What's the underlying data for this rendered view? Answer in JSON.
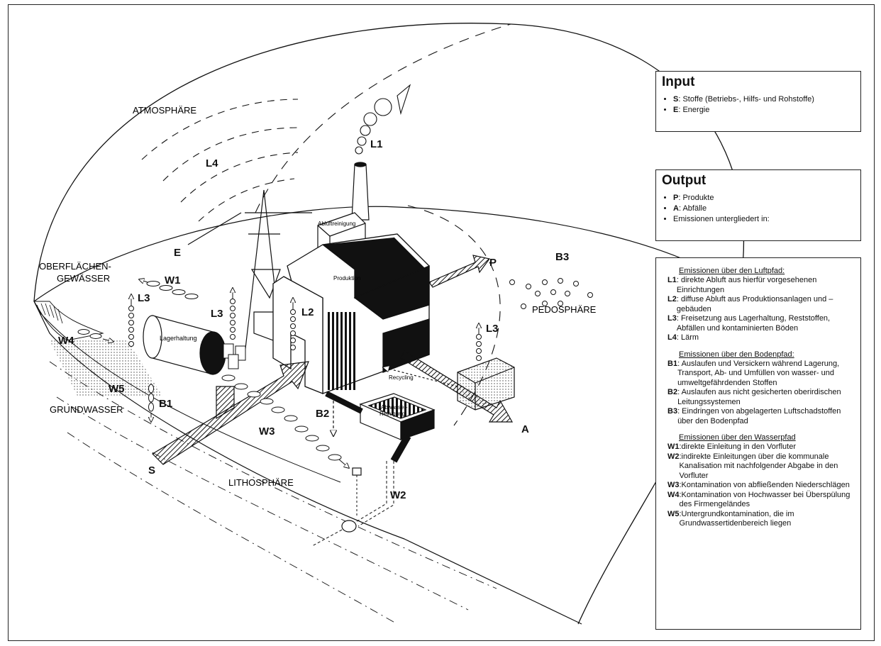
{
  "input_box": {
    "title": "Input",
    "items": [
      {
        "code": "S",
        "text": ": Stoffe (Betriebs-, Hilfs- und Rohstoffe)"
      },
      {
        "code": "E",
        "text": ": Energie"
      }
    ]
  },
  "output_box": {
    "title": "Output",
    "items": [
      {
        "code": "P",
        "text": ": Produkte"
      },
      {
        "code": "A",
        "text": ": Abfälle"
      },
      {
        "code": "",
        "text": "Emissionen untergliedert in:"
      }
    ]
  },
  "emissions": {
    "air": {
      "title": "Emissionen über den Luftpfad:",
      "items": [
        {
          "code": "L1",
          "text": ": direkte Abluft aus hierfür vorgesehenen Einrichtungen"
        },
        {
          "code": "L2",
          "text": ": diffuse Abluft aus Produktionsanlagen und –gebäuden"
        },
        {
          "code": "L3",
          "text": ": Freisetzung aus Lagerhaltung, Reststoffen, Abfällen und kontaminierten Böden"
        },
        {
          "code": "L4",
          "text": ": Lärm"
        }
      ]
    },
    "soil": {
      "title": "Emissionen über den Bodenpfad:",
      "items": [
        {
          "code": "B1",
          "text": ": Auslaufen und Versickern während Lagerung, Transport, Ab- und Umfüllen von wasser- und umweltgefährdenden Stoffen"
        },
        {
          "code": "B2",
          "text": ": Auslaufen aus nicht gesicherten oberirdischen Leitungssystemen"
        },
        {
          "code": "B3",
          "text": ": Eindringen von abgelagerten Luftschadstoffen über den Bodenpfad"
        }
      ]
    },
    "water": {
      "title": "Emissionen über den Wasserpfad",
      "items": [
        {
          "code": "W1",
          "text": ":direkte Einleitung in den Vorfluter"
        },
        {
          "code": "W2",
          "text": ":indirekte Einleitungen über die kommunale Kanalisation mit nachfolgender Abgabe in den Vorfluter"
        },
        {
          "code": "W3",
          "text": ":Kontamination von abfließenden Niederschlägen"
        },
        {
          "code": "W4",
          "text": ":Kontamination von Hochwasser bei Überspülung des Firmengeländes"
        },
        {
          "code": "W5",
          "text": ":Untergrundkontamination, die im Grundwassertidenbereich liegen"
        }
      ]
    }
  },
  "diagram": {
    "atmosphere": "ATMOSPHÄRE",
    "pedosphere": "PEDOSPHÄRE",
    "lithosphere": "LITHOSPHÄRE",
    "groundwater": "GRUNDWASSER",
    "surface_water_1": "OBERFLÄCHEN-",
    "surface_water_2": "GEWÄSSER",
    "production": "Produktion",
    "exhaust_cleaning": "Abluftreinigung",
    "storage": "Lagerhaltung",
    "recycling": "Recycling",
    "wastewater_1": "Abwasser-",
    "wastewater_2": "Reinigung",
    "lbl_L1": "L1",
    "lbl_L2": "L2",
    "lbl_L3a": "L3",
    "lbl_L3b": "L3",
    "lbl_L3c": "L3",
    "lbl_L4": "L4",
    "lbl_E": "E",
    "lbl_P": "P",
    "lbl_S": "S",
    "lbl_A": "A",
    "lbl_B1": "B1",
    "lbl_B2": "B2",
    "lbl_B3": "B3",
    "lbl_W1": "W1",
    "lbl_W2": "W2",
    "lbl_W3": "W3",
    "lbl_W4": "W4",
    "lbl_W5": "W5"
  }
}
